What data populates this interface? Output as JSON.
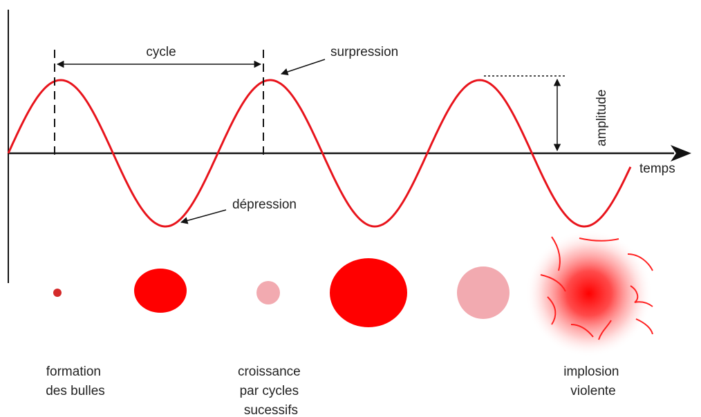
{
  "labels": {
    "cycle": "cycle",
    "surpression": "surpression",
    "depression": "dépression",
    "amplitude": "amplitude",
    "temps": "temps"
  },
  "captions": {
    "formation": [
      "formation",
      "des bulles"
    ],
    "croissance": [
      "croissance",
      "par cycles",
      "sucessifs"
    ],
    "implosion": [
      "implosion",
      "violente"
    ]
  },
  "colors": {
    "wave": "#e8141c",
    "bubble_dark": "#d42a2a",
    "bubble_red": "#ff0000",
    "bubble_light": "#f2aab0",
    "axis": "#111111"
  }
}
